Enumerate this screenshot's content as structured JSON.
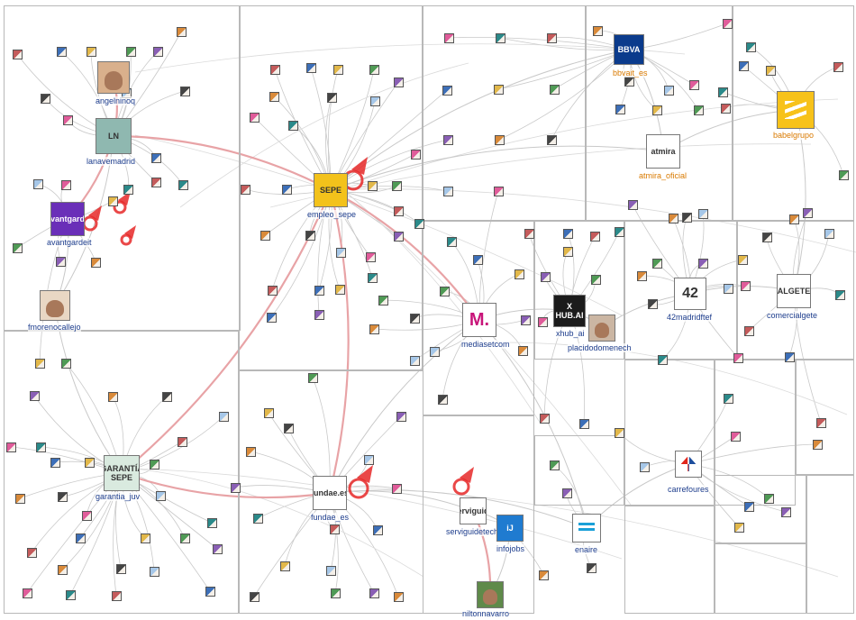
{
  "groups": [
    {
      "id": "G1",
      "title": "G1: #feed2022 digital lanavemadrid talento encuentro\nnuestro proyectos vii sigue #talento"
    },
    {
      "id": "G2",
      "title": "G2: tienes #feed2022 #garantíajuvenil\ninformación abril 28 eres joven quieres\nconocer"
    },
    {
      "id": "G3",
      "title": "G3: tienes #feed2022 #garantíajuvenil información eres\njoven quieres conocer oportunidades formarte"
    },
    {
      "id": "G4",
      "title": "G4: #feed2022 digital formación encuentro\ntalento abril #digitalizateplus entrada\ngratuita 28"
    },
    {
      "id": "G5",
      "title": "G5: #feed2022 digital encuentro\nempleo talento feria feed 2022 nuestro\nmayor"
    },
    {
      "id": "G6",
      "title": "G6: #feed2022 digital 2022\nencuentro talento 29 #evento\natmira_oficial hoy nuestros"
    },
    {
      "id": "G7",
      "title": "G7: vii encuentro talento\ndigital #feed2022 babel\npróximo jueves 28 04"
    },
    {
      "id": "G8",
      "title": "G8: #feed2022 digital os\ninfojobs niltonnavarro\nconferencia transformación\n10 encuentro talento"
    },
    {
      "id": "G9",
      "title": "G9: digital #feed2022\ntalento feria empleo\nasistenos eventos\nreferencia recursos\nhumanos"
    },
    {
      "id": "G10",
      "title": "G10: #feed2022 digital\njueves #madrid\nmañana estaremos\nvisitando\n#aiamsummit22\namor robótico existe"
    },
    {
      "id": "G11",
      "title": "G11: #feed2022 info visita\nnuestro instagram\ncomercialgete link\nregistro gratuito candidatos"
    },
    {
      "id": "G12",
      "title": "G12: #feed2022 42 talento\nempleo estudiantes equipo\n42madridftef nuestra\nvemos foro"
    },
    {
      "id": "G13",
      "title": "G13: información\nenaire #empleo\n#feed2022\noportunidades\nmañana pasado\nestará presente vii"
    },
    {
      "id": "G14",
      "title": "G14: quieres nuestro\nequipo unirte nuestra\n#transformacióndigi...\nesperamos feria\nempleo madrid"
    },
    {
      "id": "G15",
      "title": "G15: hoy laruecaas\nnuestro #feed2022\nestamos #2 día\nsomos única ong"
    },
    {
      "id": "G16",
      "title": "G16: 00 vii foro\nempleo digital\nnuestro vidas jueves\n28 viernes"
    },
    {
      "id": "G17",
      "title": "G17: #feed2022\n#empleo #trabajo\naytovilladeodon bolsa\nmunicipal prácticas\nconsistorio personas\nferia"
    },
    {
      "id": "G18",
      "title": "G18:\nmañana\narranca vii\nferia\nempleo\ndigital feed\nallí\nestaremos\npresentes"
    },
    {
      "id": "G19",
      "title": "G19: jueves\n28\nestaremos\n#feed2022\njunto nuestra\ncompañera\nlaura\ncollantes\ntalent"
    },
    {
      "id": "G20",
      "title": "G20: #feed2022 os\ninvitamos venir\nconocernos mejor\nnuestro stand jueves\n28"
    }
  ],
  "nodes": [
    {
      "id": "angelninoq",
      "label": "angelninoq",
      "logo": "",
      "color": "#d9b08c",
      "icon": "person-photo"
    },
    {
      "id": "lanavemadrid",
      "label": "lanavemadrid",
      "logo": "LN",
      "color": "#8fb8b0",
      "icon": "lanave-logo"
    },
    {
      "id": "avantgardeit",
      "label": "avantgardeit",
      "logo": "avantgarde",
      "color": "#6a2fb8",
      "icon": "avantgarde-logo"
    },
    {
      "id": "fmorenocallejo",
      "label": "fmorenocallejo",
      "logo": "",
      "color": "#e9d7c4",
      "icon": "person-photo"
    },
    {
      "id": "empleo_sepe",
      "label": "empleo_sepe",
      "logo": "SEPE",
      "color": "#f3c21b",
      "icon": "sepe-logo"
    },
    {
      "id": "garantia_juv",
      "label": "garantia_juv",
      "logo": "GARANTÍA SEPE",
      "color": "#d9eadf",
      "icon": "garantia-logo"
    },
    {
      "id": "fundae_es",
      "label": "fundae_es",
      "logo": "fundae.es",
      "color": "#ffffff",
      "icon": "fundae-logo"
    },
    {
      "id": "bbvait_es",
      "label": "bbvait_es",
      "logo": "BBVA",
      "color": "#0b3b8c",
      "icon": "bbva-logo"
    },
    {
      "id": "atmira_oficial",
      "label": "atmira_oficial",
      "logo": "atmira",
      "color": "#ffffff",
      "icon": "atmira-logo"
    },
    {
      "id": "babelgrupo",
      "label": "babelgrupo",
      "logo": "",
      "color": "#f7c21a",
      "icon": "babel-logo"
    },
    {
      "id": "mediasetcom",
      "label": "mediasetcom",
      "logo": "M.",
      "color": "#ffffff",
      "icon": "mediaset-logo"
    },
    {
      "id": "xhub_ai",
      "label": "xhub_ai",
      "logo": "X HUB.AI",
      "color": "#1b1b1b",
      "icon": "xhub-logo"
    },
    {
      "id": "placidodomenech",
      "label": "placidodomenech",
      "logo": "",
      "color": "#cbb6a3",
      "icon": "person-photo"
    },
    {
      "id": "42madridftef",
      "label": "42madridftef",
      "logo": "42",
      "color": "#ffffff",
      "icon": "42-logo"
    },
    {
      "id": "comercialgete",
      "label": "comercialgete",
      "logo": "ALGETE",
      "color": "#ffffff",
      "icon": "algete-logo"
    },
    {
      "id": "serviguidetech",
      "label": "serviguidetech",
      "logo": "serviguide",
      "color": "#ffffff",
      "icon": "serviguide-logo"
    },
    {
      "id": "infojobs",
      "label": "infojobs",
      "logo": "iJ",
      "color": "#1f7bd0",
      "icon": "infojobs-logo"
    },
    {
      "id": "niltonnavarro",
      "label": "niltonnavarro",
      "logo": "",
      "color": "#5f8a4a",
      "icon": "person-photo"
    },
    {
      "id": "enaire",
      "label": "enaire",
      "logo": "",
      "color": "#ffffff",
      "icon": "enaire-logo"
    },
    {
      "id": "carrefoures",
      "label": "carrefoures",
      "logo": "",
      "color": "#ffffff",
      "icon": "carrefour-logo"
    }
  ],
  "colors": {
    "edge": "#c9c9c9",
    "edge_highlight": "#e8a3a6",
    "label_text": "#1c3c8c",
    "label_orange": "#d97a00",
    "arrow_red": "#e62828"
  }
}
